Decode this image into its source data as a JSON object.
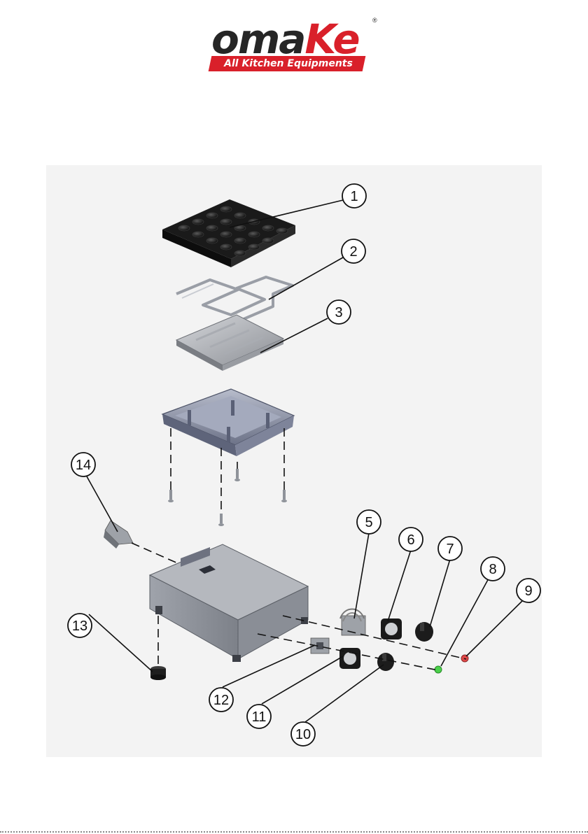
{
  "brand": {
    "word_part1": "oma",
    "word_part2": "Ke",
    "registered": "®",
    "tagline": "All Kitchen Equipments",
    "colors": {
      "dark": "#262626",
      "red": "#d9202a"
    }
  },
  "diagram": {
    "background": "#f3f3f3",
    "callouts": [
      {
        "number": "1"
      },
      {
        "number": "2"
      },
      {
        "number": "3"
      },
      {
        "number": "5"
      },
      {
        "number": "6"
      },
      {
        "number": "7"
      },
      {
        "number": "8"
      },
      {
        "number": "9"
      },
      {
        "number": "10"
      },
      {
        "number": "11"
      },
      {
        "number": "12"
      },
      {
        "number": "13"
      },
      {
        "number": "14"
      }
    ]
  }
}
